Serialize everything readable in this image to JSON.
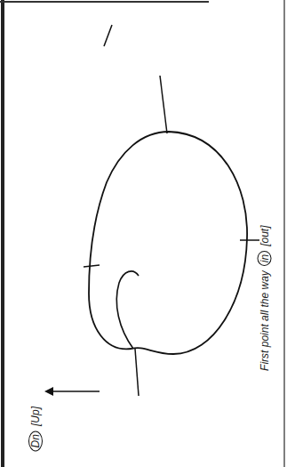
{
  "diagram": {
    "labels": [
      "Dn",
      "[Up]",
      "First point all the way",
      "in",
      "[out]"
    ]
  }
}
